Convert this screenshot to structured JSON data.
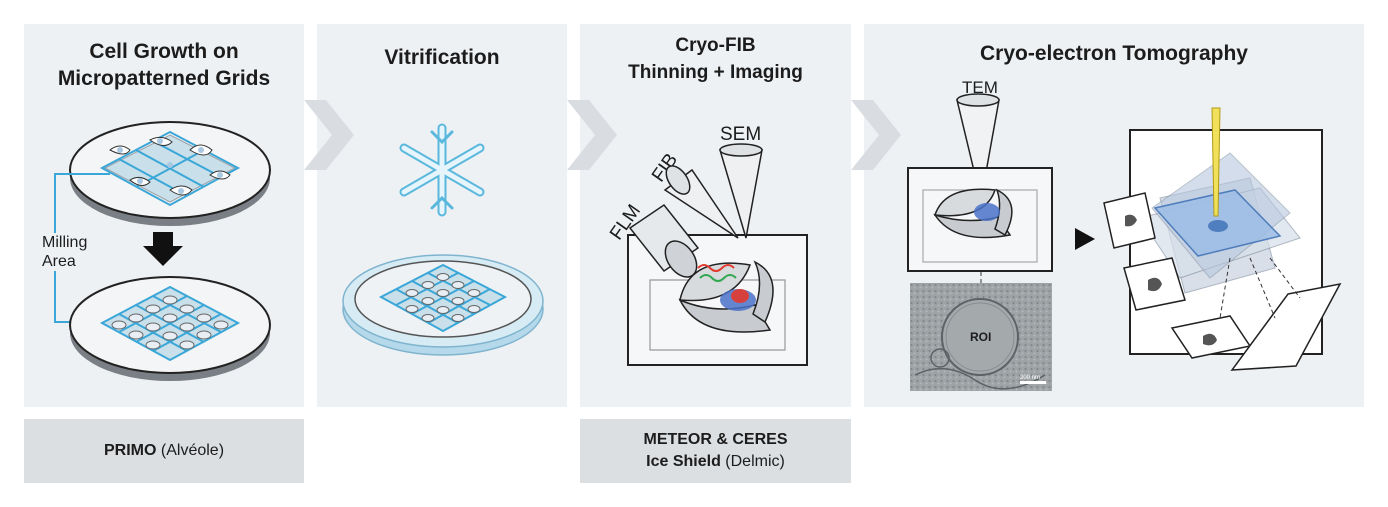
{
  "panels": [
    {
      "title_line1": "Cell Growth on",
      "title_line2": "Micropatterned Grids"
    },
    {
      "title_line1": "Vitrification"
    },
    {
      "title_line1": "Cryo-FIB",
      "title_line2": "Thinning + Imaging"
    },
    {
      "title_line1": "Cryo-electron Tomography"
    }
  ],
  "labels": {
    "milling_line1": "Milling",
    "milling_line2": "Area",
    "sem": "SEM",
    "fib": "FIB",
    "flm": "FLM",
    "tem": "TEM",
    "roi": "ROI",
    "scale": "200 nm"
  },
  "footers": {
    "primo_bold": "PRIMO",
    "primo_rest": " (Alvéole)",
    "delmic_line1": "METEOR & CERES",
    "delmic_bold2": "Ice Shield",
    "delmic_rest2": " (Delmic)"
  },
  "colors": {
    "panel": "#eef1f4",
    "footer": "#dcdfe2",
    "accent_blue": "#3aa7d8",
    "chevron": "#d9dde1"
  }
}
